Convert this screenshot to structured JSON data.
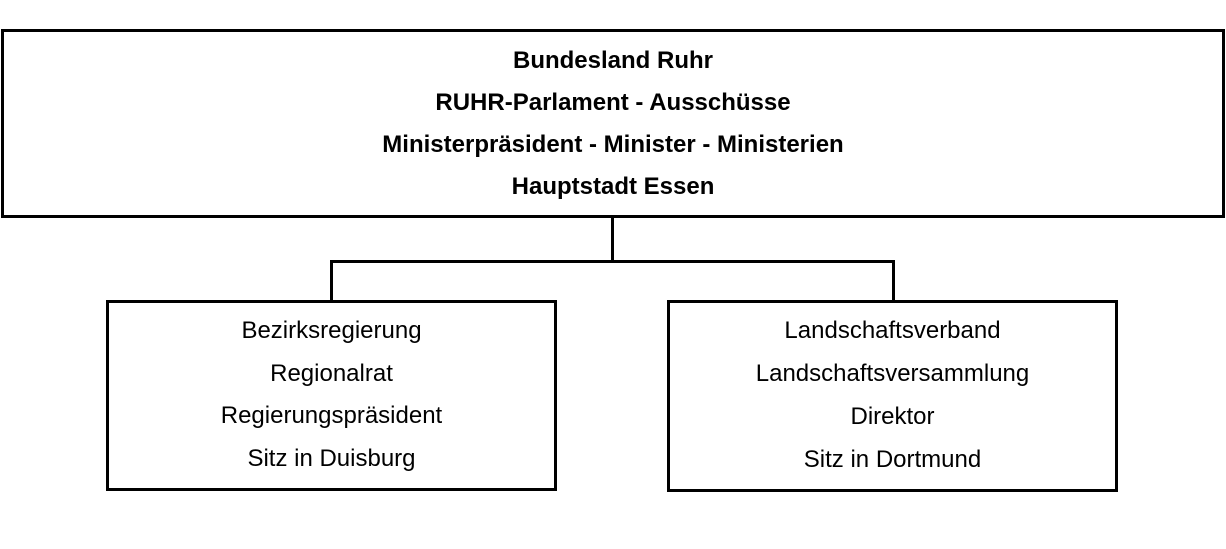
{
  "top": {
    "lines": [
      "Bundesland Ruhr",
      "RUHR-Parlament  - Ausschüsse",
      "Ministerpräsident - Minister - Ministerien",
      "Hauptstadt Essen"
    ]
  },
  "left": {
    "lines": [
      "Bezirksregierung",
      "Regionalrat",
      "Regierungspräsident",
      "Sitz in Duisburg"
    ]
  },
  "right": {
    "lines": [
      "Landschaftsverband",
      "Landschaftsversammlung",
      "Direktor",
      "Sitz in Dortmund"
    ]
  }
}
